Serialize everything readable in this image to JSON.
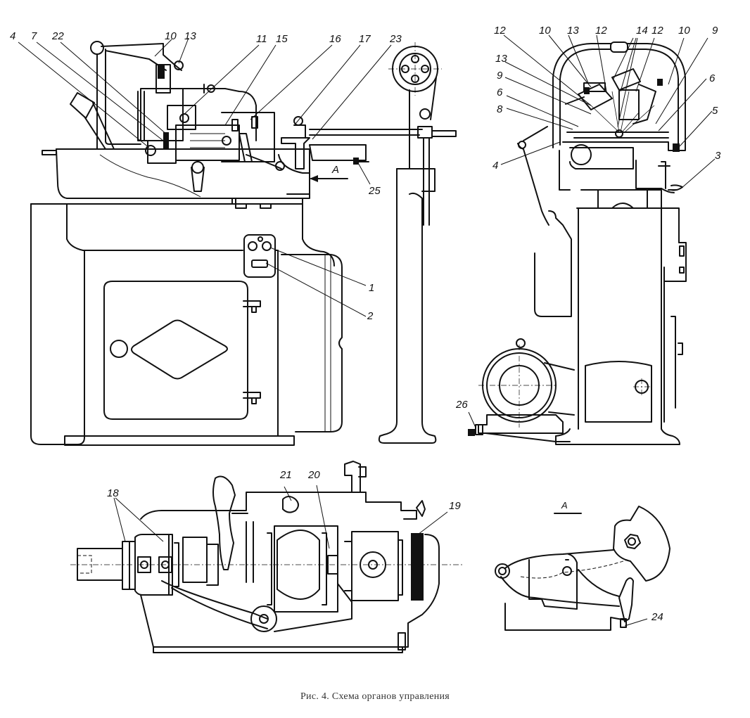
{
  "caption": "Рис. 4. Схема органов управления",
  "views": {
    "front_view": {
      "labels": {
        "l4": "4",
        "l7": "7",
        "l22": "22",
        "l10": "10",
        "l13": "13",
        "l11": "11",
        "l15": "15",
        "l16": "16",
        "l17": "17",
        "l23": "23",
        "l25": "25",
        "l1": "1",
        "l2": "2",
        "arrowA": "A"
      }
    },
    "side_view": {
      "labels": {
        "l12a": "12",
        "l10a": "10",
        "l13a": "13",
        "l12b": "12",
        "l14": "14",
        "l12c": "12",
        "l10b": "10",
        "l9a": "9",
        "l13b": "13",
        "l9b": "9",
        "l6a": "6",
        "l6b": "6",
        "l8": "8",
        "l5": "5",
        "l4": "4",
        "l3": "3",
        "l26": "26"
      }
    },
    "top_view": {
      "labels": {
        "l18": "18",
        "l21": "21",
        "l20": "20",
        "l19": "19"
      }
    },
    "view_a": {
      "title": "A",
      "labels": {
        "l24": "24"
      }
    }
  }
}
